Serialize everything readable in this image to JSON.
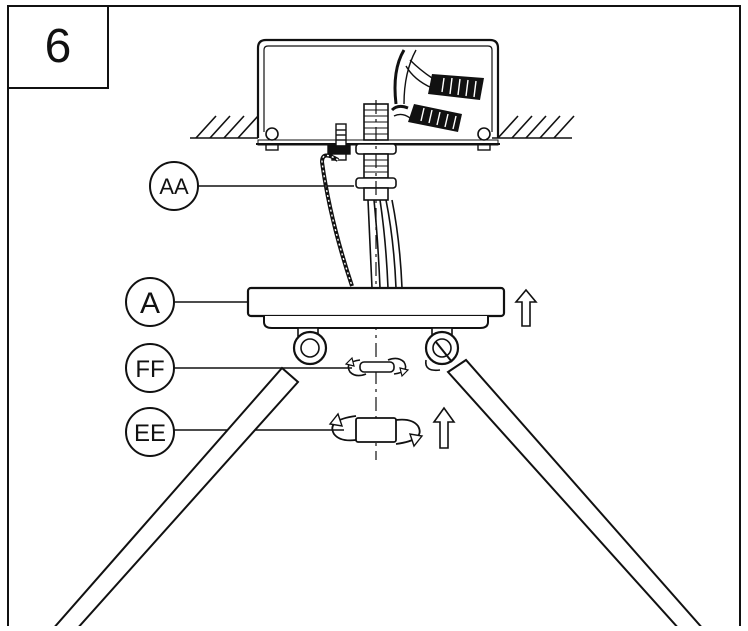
{
  "step": {
    "number": "6"
  },
  "callouts": {
    "aa": "AA",
    "a": "A",
    "ff": "FF",
    "ee": "EE"
  },
  "colors": {
    "line": "#111111",
    "background": "#ffffff"
  }
}
